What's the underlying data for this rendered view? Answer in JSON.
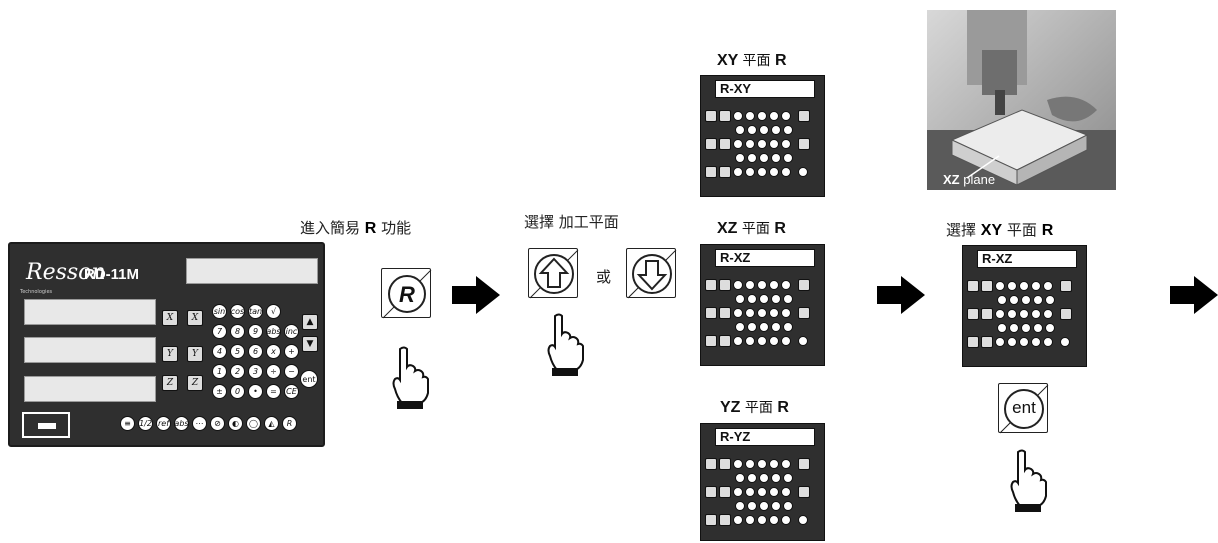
{
  "panel": {
    "brand": "Resson",
    "brand_small": "Technologies",
    "model": "RD-11M",
    "axis_keys": [
      "X",
      "Y",
      "Z"
    ],
    "key_rows": [
      [
        "sin",
        "cos",
        "tan",
        "√"
      ],
      [
        "7",
        "8",
        "9",
        "abs",
        "inc"
      ],
      [
        "4",
        "5",
        "6",
        "x",
        "+"
      ],
      [
        "1",
        "2",
        "3",
        "÷",
        "−"
      ],
      [
        "±",
        "0",
        "•",
        "=",
        "CE"
      ]
    ],
    "ent_key": "ent",
    "func_keys": [
      "1/2",
      "ref",
      "abs",
      "R"
    ]
  },
  "steps": {
    "step1": {
      "label_prefix": "進入簡易",
      "label_key": "R",
      "label_suffix": "功能",
      "key": "R"
    },
    "step2": {
      "label": "選擇 加工平面",
      "or": "或"
    },
    "step4": {
      "label_prefix": "選擇",
      "label_key": "XY",
      "label_mid": "平面",
      "label_r": "R",
      "key": "ent"
    }
  },
  "planes": [
    {
      "title_axis": "XY",
      "title_plane": "平面",
      "title_r": "R",
      "display": "R-XY"
    },
    {
      "title_axis": "XZ",
      "title_plane": "平面",
      "title_r": "R",
      "display": "R-XZ"
    },
    {
      "title_axis": "YZ",
      "title_plane": "平面",
      "title_r": "R",
      "display": "R-YZ"
    }
  ],
  "result_panel": {
    "display": "R-XZ"
  },
  "photo": {
    "caption_bold": "XZ",
    "caption": "plane"
  },
  "colors": {
    "panel": "#2f2f2f",
    "lcd": "#e8e8e8",
    "arrow": "#000000"
  }
}
